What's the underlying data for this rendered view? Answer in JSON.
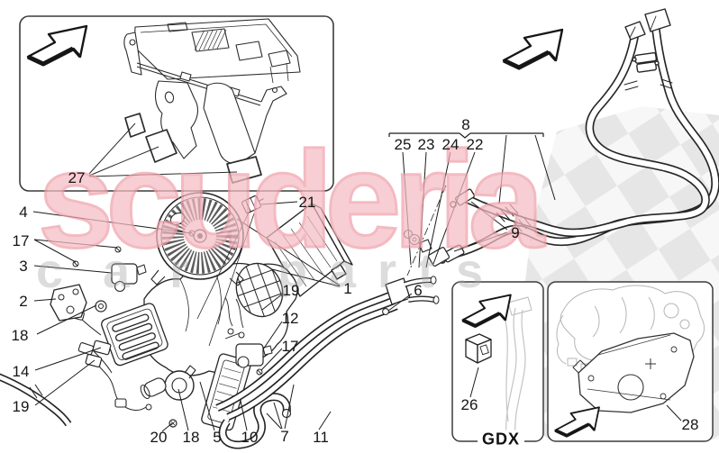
{
  "watermark": {
    "title": "scuderia",
    "word_left": "car",
    "word_right": "parts"
  },
  "insets": {
    "gdx_label": "GDX"
  },
  "icons": {
    "direction_arrow": "3d-outline-arrow-up-right",
    "checkered_flag": "diagonal-checkered-flag-watermark"
  },
  "colors": {
    "line": "#262626",
    "box_border": "#3c3c3c",
    "watermark_pink": "#efa0aa",
    "watermark_gray": "#a6a6a6",
    "checker_gray": "#e0e0e0"
  },
  "callouts": {
    "c27": "27",
    "c4": "4",
    "c17l": "17",
    "c3": "3",
    "c2": "2",
    "c18l": "18",
    "c14": "14",
    "c19l": "19",
    "c20": "20",
    "c18b": "18",
    "c5": "5",
    "c10": "10",
    "c7": "7",
    "c11": "11",
    "c21": "21",
    "c1": "1",
    "c19r": "19",
    "c12": "12",
    "c17r": "17",
    "c6": "6",
    "c8": "8",
    "c25": "25",
    "c23": "23",
    "c24": "24",
    "c22": "22",
    "c9": "9",
    "c26": "26",
    "c28": "28"
  }
}
